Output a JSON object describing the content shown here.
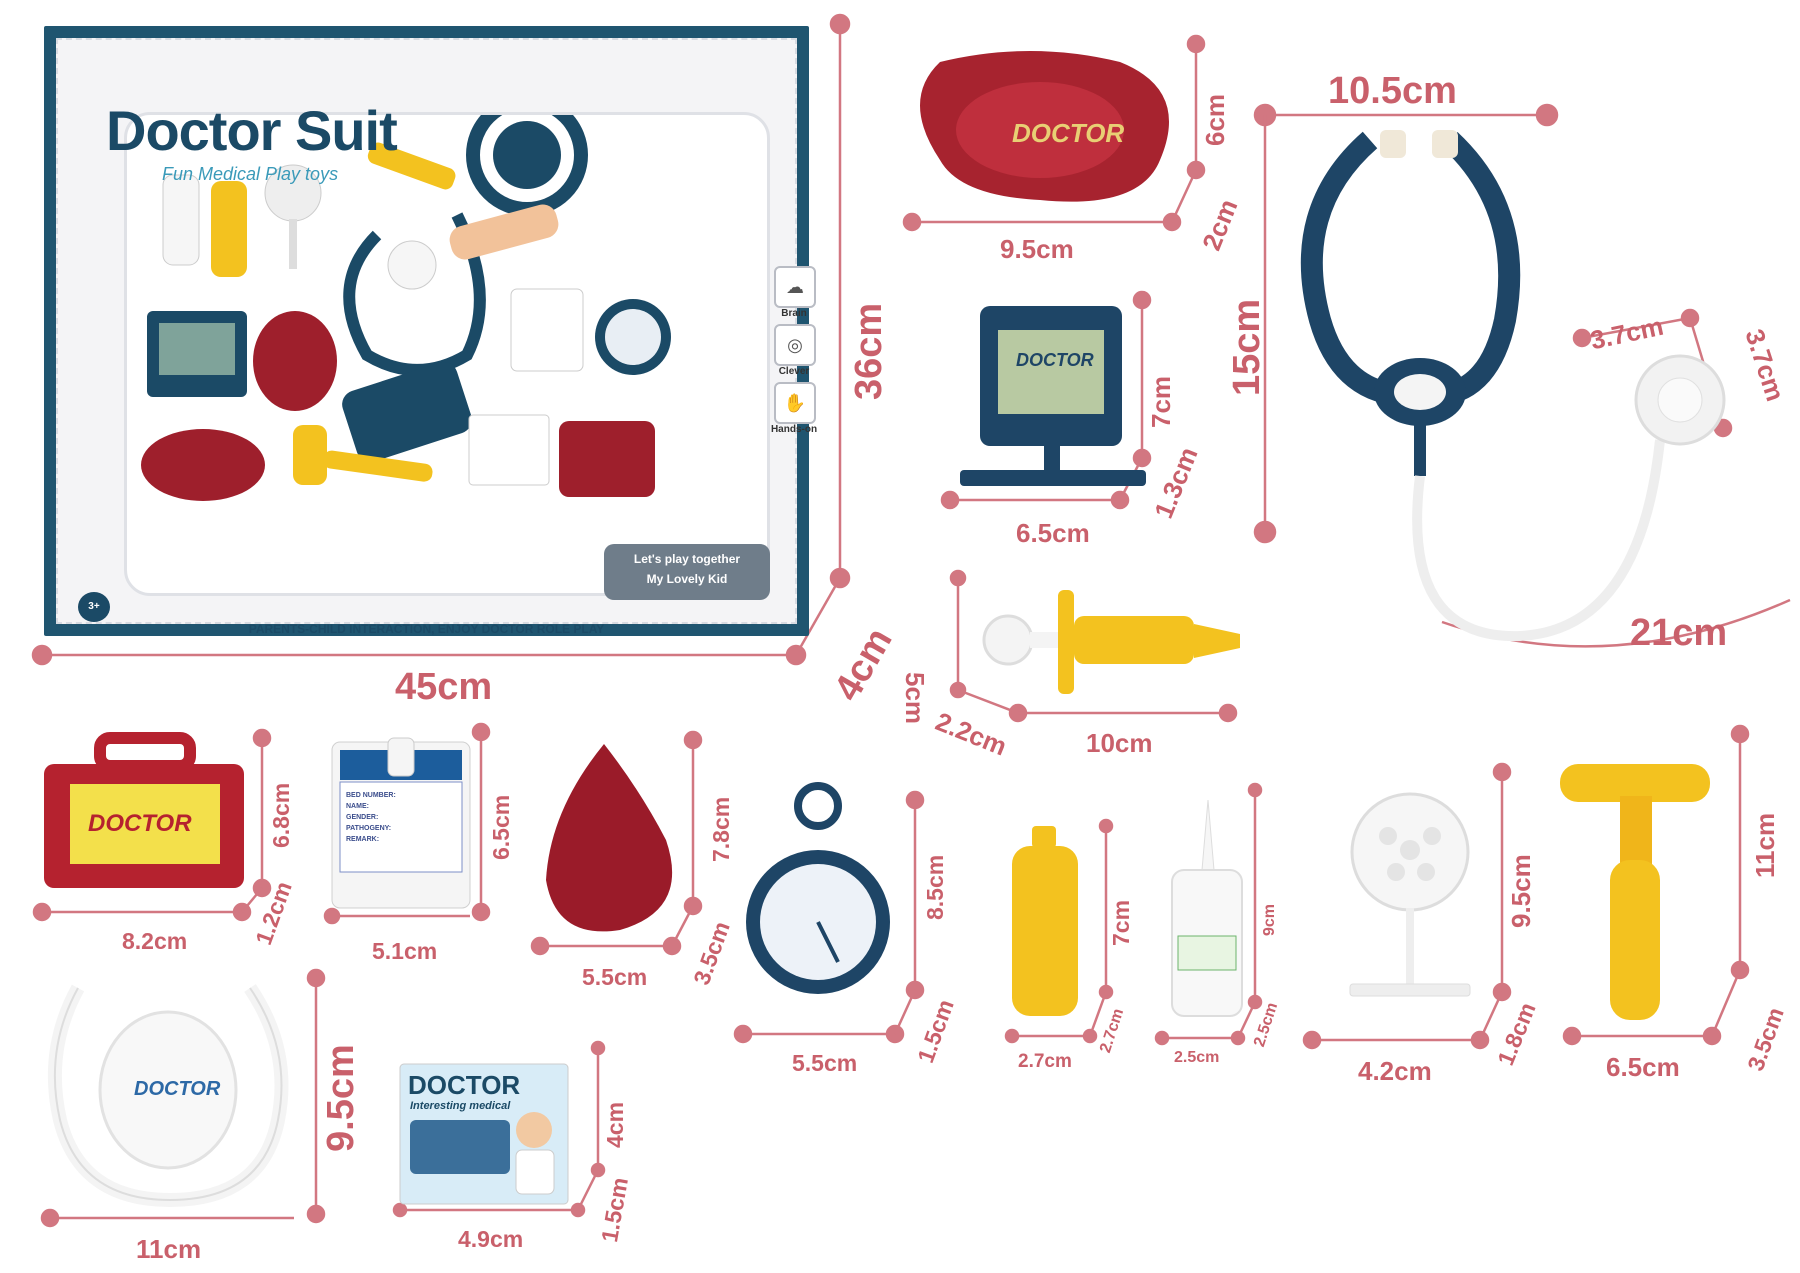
{
  "box": {
    "brand": "Doctor Suit",
    "tagline": "Fun Medical Play toys",
    "badge_line1": "Let's play together",
    "badge_line2": "My Lovely Kid",
    "footer": "PARENTS-CHILD INTERACTION, ENJOY DOCTOR ROLE PLAY",
    "age": "3+",
    "side_features": [
      "Brain",
      "Clever",
      "Hands-on"
    ],
    "toy_brand": "DOCTOR"
  },
  "dimensions": {
    "box_height": "36cm",
    "box_width": "45cm",
    "box_depth": "4cm",
    "tray_height": "6cm",
    "tray_width": "9.5cm",
    "tray_depth": "2cm",
    "stethoscope_top": "10.5cm",
    "stethoscope_height": "15cm",
    "stethoscope_chest_w": "3.7cm",
    "stethoscope_chest_h": "3.7cm",
    "stethoscope_tube": "21cm",
    "monitor_height": "7cm",
    "monitor_base": "1.3cm",
    "monitor_width": "6.5cm",
    "syringe_height": "5cm",
    "syringe_depth": "2.2cm",
    "syringe_width": "10cm",
    "case_height": "6.8cm",
    "case_depth": "1.2cm",
    "case_width": "8.2cm",
    "clipboard_height": "6.5cm",
    "clipboard_width": "5.1cm",
    "clipboard_fields": [
      "BED NUMBER:",
      "NAME:",
      "GENDER:",
      "PATHOGENY:",
      "REMARK:"
    ],
    "pump_height": "7.8cm",
    "pump_depth": "3.5cm",
    "pump_width": "5.5cm",
    "watch_height": "8.5cm",
    "watch_depth": "1.5cm",
    "watch_width": "5.5cm",
    "bottle_height": "7cm",
    "bottle_depth": "2.7cm",
    "bottle_width": "2.7cm",
    "dropper_height": "9cm",
    "dropper_depth": "2.5cm",
    "dropper_width": "2.5cm",
    "mirror_height": "9.5cm",
    "mirror_depth": "1.8cm",
    "mirror_width": "4.2cm",
    "hammer_height": "11cm",
    "hammer_depth": "3.5cm",
    "hammer_width": "6.5cm",
    "headband_height": "9.5cm",
    "headband_width": "11cm",
    "card_height": "4cm",
    "card_depth": "1.5cm",
    "card_width": "4.9cm",
    "card_title": "DOCTOR",
    "card_subtitle": "Interesting medical"
  },
  "colors": {
    "dimension": "#c9606b",
    "box_frame": "#1f5570",
    "navy": "#1b4a66",
    "red": "#9e1f2c",
    "yellow": "#f3c21f"
  }
}
